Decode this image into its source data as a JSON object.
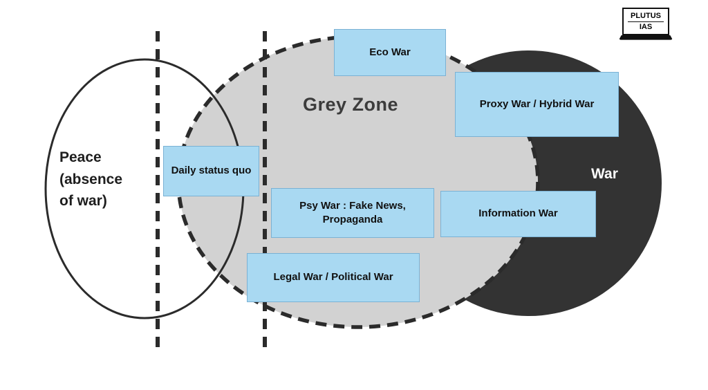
{
  "diagram": {
    "grey_zone_title": "Grey Zone",
    "peace_label": "Peace\n(absence\nof war)",
    "war_label": "War",
    "boxes": {
      "eco_war": "Eco War",
      "proxy_war": "Proxy War / Hybrid War",
      "daily_status": "Daily status quo",
      "psy_war": "Psy War : Fake News, Propaganda",
      "information_war": "Information War",
      "legal_war": "Legal War / Political War"
    },
    "logo": {
      "line1": "PLUTUS",
      "line2": "IAS"
    },
    "colors": {
      "box_fill": "#a9d9f2",
      "grey_zone_fill": "#d2d2d2",
      "war_fill": "#333333",
      "stroke": "#2b2b2b"
    }
  }
}
